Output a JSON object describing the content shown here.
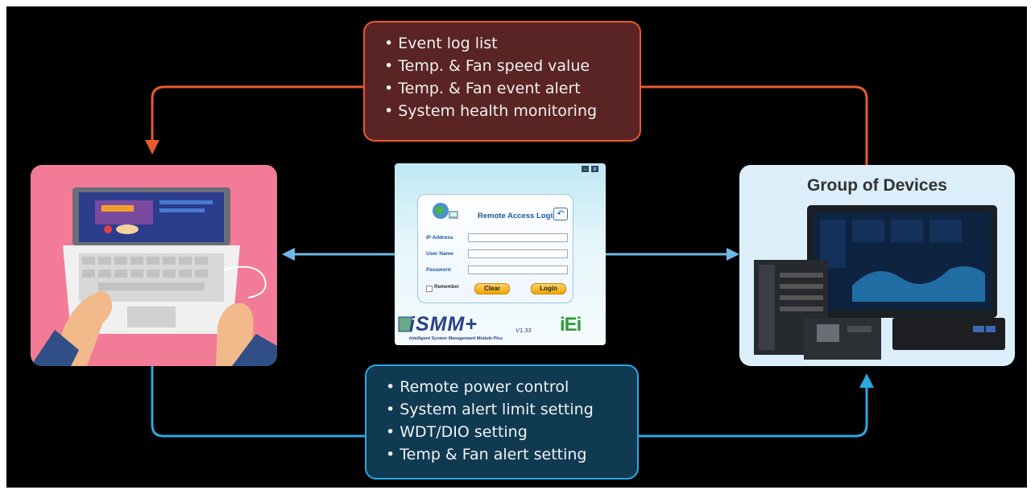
{
  "top_box": {
    "items": [
      "Event log list",
      "Temp. & Fan speed value",
      "Temp. & Fan event alert",
      "System health monitoring"
    ]
  },
  "bottom_box": {
    "items": [
      "Remote power control",
      "System alert limit setting",
      "WDT/DIO setting",
      "Temp & Fan alert setting"
    ]
  },
  "devices": {
    "title": "Group of Devices"
  },
  "login": {
    "title": "Remote Access Login",
    "ip_label": "IP Address",
    "user_label": "User Name",
    "password_label": "Password",
    "remember_label": "Remember",
    "clear_label": "Clear",
    "login_label": "Login",
    "brand": "iSMM+",
    "version": "V1.33",
    "subtitle": "Intelligent System Management Module Plus",
    "company": "iEi"
  },
  "colors": {
    "background": "#000000",
    "orange_arrow": "#e85a2e",
    "blue_arrow": "#2aa8e0",
    "light_blue_arrow": "#6fb8e6",
    "top_box_fill": "#5a2424",
    "bottom_box_fill": "#0f3a52",
    "laptop_panel": "#f27b97",
    "devices_panel": "#dbeefa"
  },
  "icons": [
    "laptop-illustration",
    "globe-network-icon",
    "back-arrow-icon",
    "panel-pc-image",
    "embedded-box-pc-image",
    "motherboard-image"
  ]
}
